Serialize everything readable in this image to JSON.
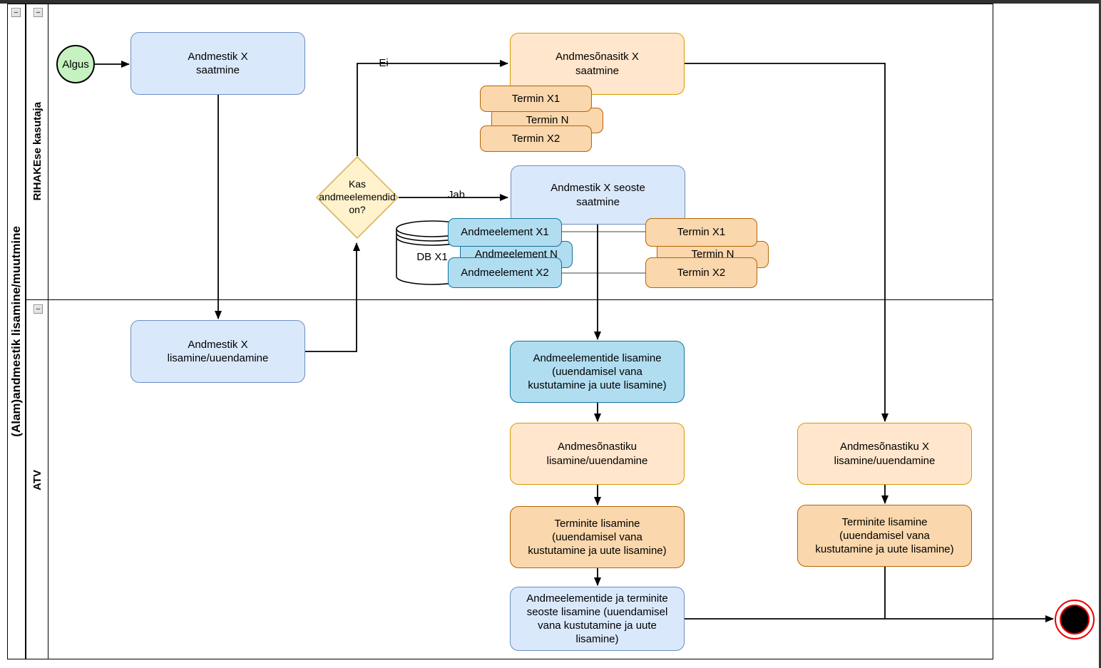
{
  "pool": {
    "title": "(Alam)andmestik lisamine/muutmine",
    "lanes": [
      {
        "label": "RIHAKEse kasutaja"
      },
      {
        "label": "ATV"
      }
    ]
  },
  "icons": {
    "collapse_glyph": "−"
  },
  "edge_labels": {
    "no": "Ei",
    "yes": "Jah"
  },
  "nodes": {
    "start": {
      "label": "Algus"
    },
    "andmestik_x_saatmine": {
      "label": "Andmestik X\nsaatmine"
    },
    "andmesonasitk_x_saatmine": {
      "label": "Andmesõnasitk X\nsaatmine"
    },
    "termin_top_x1": {
      "label": "Termin X1"
    },
    "termin_top_n": {
      "label": "Termin N"
    },
    "termin_top_x2": {
      "label": "Termin X2"
    },
    "gateway": {
      "label": "Kas\nandmeelemendid\non?"
    },
    "andmestik_x_seoste_saatmine": {
      "label": "Andmestik X seoste\nsaatmine"
    },
    "db": {
      "label": "DB X1"
    },
    "andmeelement_x1": {
      "label": "Andmeelement X1"
    },
    "andmeelement_n": {
      "label": "Andmeelement N"
    },
    "andmeelement_x2": {
      "label": "Andmeelement X2"
    },
    "termin_mid_x1": {
      "label": "Termin X1"
    },
    "termin_mid_n": {
      "label": "Termin N"
    },
    "termin_mid_x2": {
      "label": "Termin X2"
    },
    "andmestik_x_lisamine": {
      "label": "Andmestik X\nlisamine/uuendamine"
    },
    "andmeelementide_lisamine": {
      "label": "Andmeelementide lisamine\n(uuendamisel vana\nkustutamine ja uute lisamine)"
    },
    "andmesonastiku_lisamine": {
      "label": "Andmesõnastiku\nlisamine/uuendamine"
    },
    "terminite_lisamine_center": {
      "label": "Terminite lisamine\n(uuendamisel vana\nkustutamine ja uute lisamine)"
    },
    "seoste_lisamine": {
      "label": "Andmeelementide ja terminite\nseoste lisamine (uuendamisel\nvana kustutamine ja uute\nlisamine)"
    },
    "andmesonastiku_x_lisamine": {
      "label": "Andmesõnastiku X\nlisamine/uuendamine"
    },
    "terminite_lisamine_right": {
      "label": "Terminite lisamine\n(uuendamisel vana\nkustutamine ja uute lisamine)"
    }
  },
  "colors": {
    "task_blue_fill": "#dae8fc",
    "task_blue_stroke": "#6c8ebf",
    "task_peach_fill": "#ffe6cc",
    "task_peach_stroke": "#d79b00",
    "task_orange_fill": "#fad7ac",
    "task_orange_stroke": "#b46504",
    "task_teal_fill": "#b1ddf0",
    "task_teal_stroke": "#10739e",
    "gateway_fill": "#fff2cc",
    "gateway_stroke": "#d6b656",
    "start_fill": "#c5f2c0",
    "end_color": "#e60000"
  }
}
